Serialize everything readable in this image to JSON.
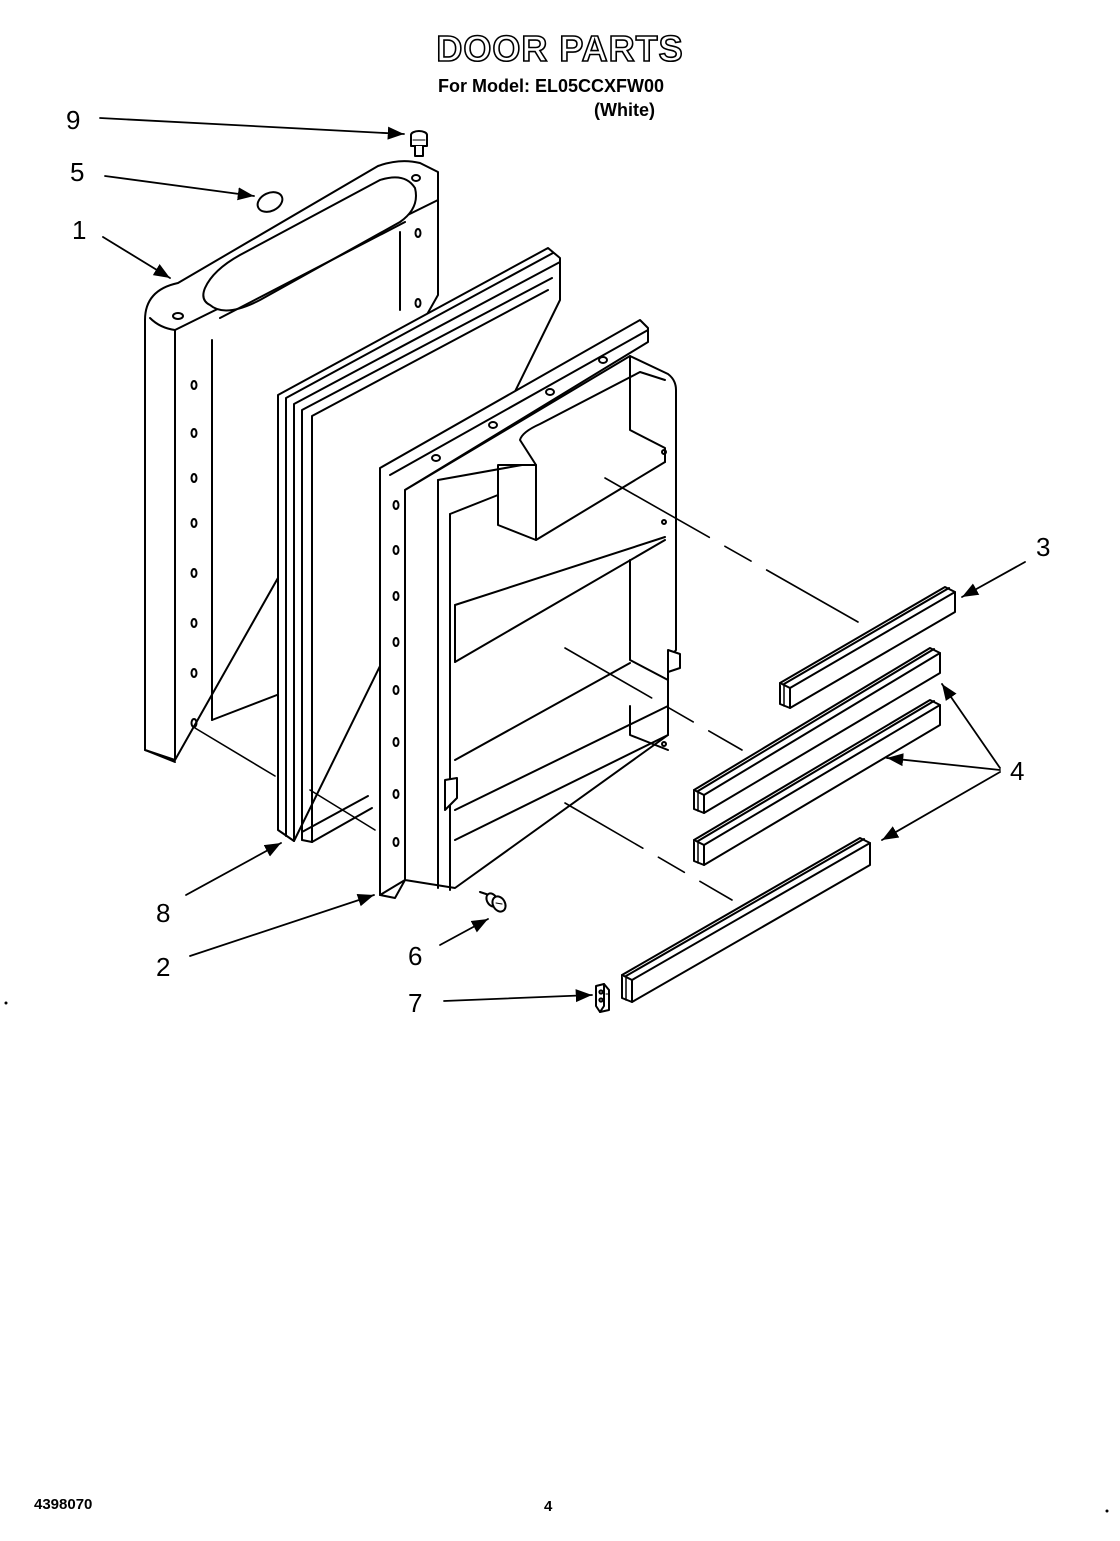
{
  "header": {
    "title": "DOOR PARTS",
    "model_line": "For Model: EL05CCXFW00",
    "color_line": "(White)"
  },
  "footer": {
    "doc_number": "4398070",
    "page_number": "4"
  },
  "callouts": {
    "p1": "1",
    "p2": "2",
    "p3": "3",
    "p4": "4",
    "p5": "5",
    "p6": "6",
    "p7": "7",
    "p8": "8",
    "p9": "9"
  }
}
